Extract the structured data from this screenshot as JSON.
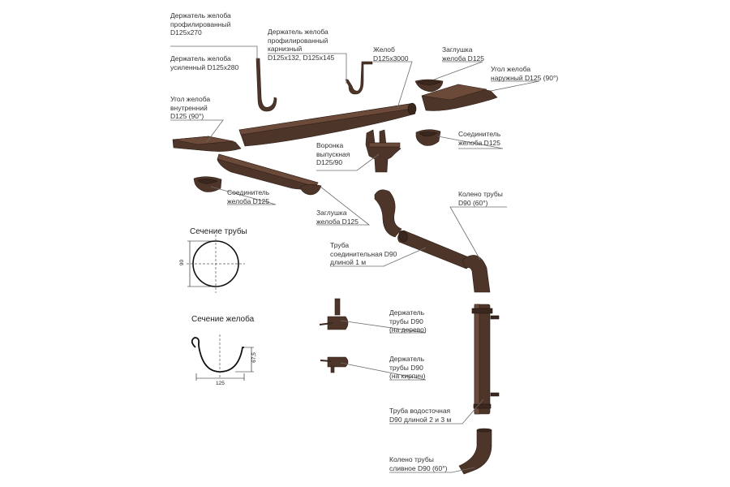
{
  "labels": {
    "holder_profiled_270": "Держатель желоба\nпрофилированный\nD125x270",
    "holder_reinforced_280": "Держатель желоба\nусиленный D125x280",
    "holder_cornice": "Держатель желоба\nпрофилированный\nкарнизный\nD125x132, D125x145",
    "gutter": "Желоб\nD125x3000",
    "end_cap_top": "Заглушка\nжелоба D125",
    "outer_corner": "Угол желоба\nнаружный D125 (90°)",
    "inner_corner": "Угол желоба\nвнутренний\nD125 (90°)",
    "connector_right": "Соединитель\nжелоба D125",
    "funnel": "Воронка\nвыпускная\nD125/90",
    "connector_left": "Соединитель\nжелоба D125",
    "end_cap_bottom": "Заглушка\nжелоба D125",
    "elbow_60": "Колено трубы\nD90 (60°)",
    "connecting_pipe": "Труба\nсоединительная D90\nдлиной 1 м",
    "pipe_holder_wood": "Держатель\nтрубы D90\n(на дерево)",
    "pipe_holder_brick": "Держатель\nтрубы D90\n(на кирпич)",
    "downpipe": "Труба водосточная\nD90 длиной 2 и 3 м",
    "drain_elbow": "Колено трубы\nсливное D90 (60°)"
  },
  "sections": {
    "pipe_title": "Сечение трубы",
    "pipe_dim": "90",
    "gutter_title": "Сечение желоба",
    "gutter_width": "125",
    "gutter_height": "67,5"
  },
  "colors": {
    "part": "#4e3529",
    "leader": "#6d6d6d",
    "text": "#333333"
  }
}
